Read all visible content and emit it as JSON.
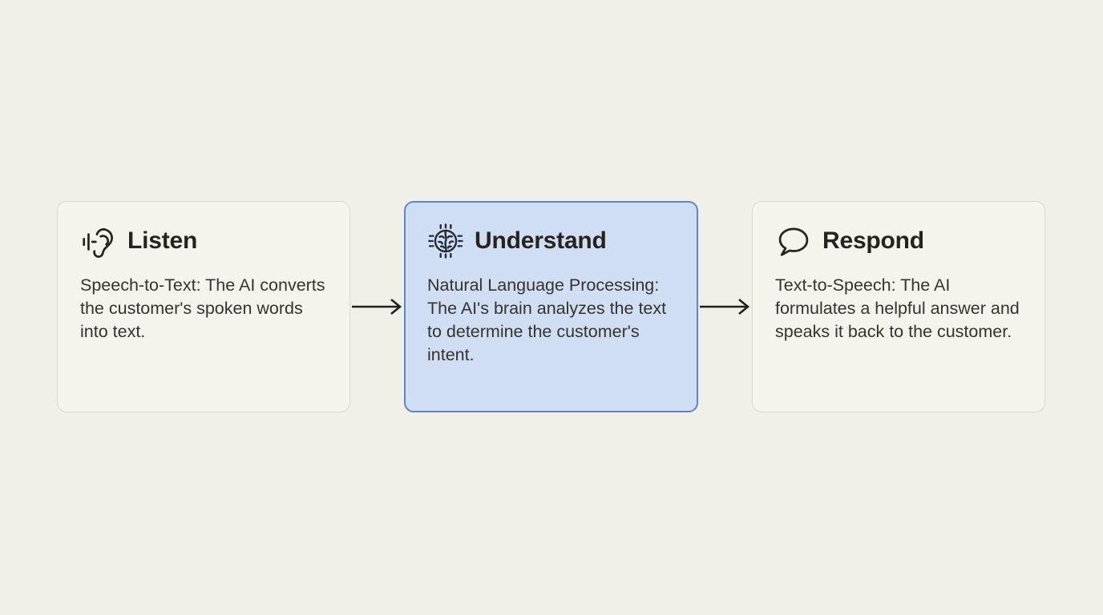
{
  "diagram": {
    "steps": [
      {
        "title": "Listen",
        "icon": "ear-hearing-icon",
        "description": "Speech-to-Text: The AI converts the customer's spoken words into text.",
        "highlighted": false
      },
      {
        "title": "Understand",
        "icon": "ai-brain-chip-icon",
        "description": "Natural Language Processing: The AI's brain analyzes the text to determine the customer's intent.",
        "highlighted": true
      },
      {
        "title": "Respond",
        "icon": "speech-bubble-icon",
        "description": "Text-to-Speech: The AI formulates a helpful answer and speaks it back to the customer.",
        "highlighted": false
      }
    ],
    "connectors": [
      "arrow-right",
      "arrow-right"
    ],
    "colors": {
      "background": "#f0efe8",
      "card_bg": "#f4f3ec",
      "card_border": "#dbd8ce",
      "highlight_bg": "#cfdef3",
      "highlight_border": "#5b87c9",
      "title_text": "#26241d",
      "body_text": "#35332c",
      "arrow": "#21201b"
    }
  }
}
